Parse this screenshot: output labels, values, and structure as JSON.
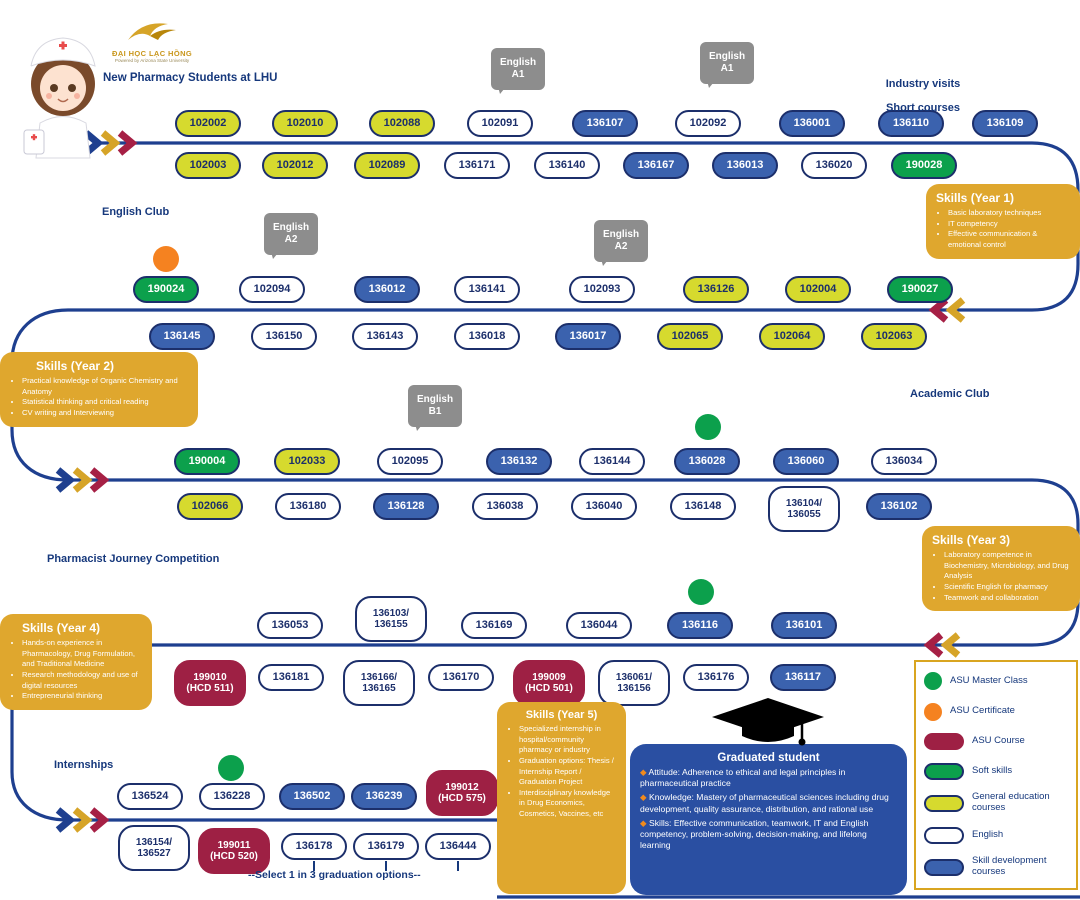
{
  "logo": {
    "title": "ĐẠI HỌC LẠC HỒNG",
    "subtitle": "Powered by Arizona State University"
  },
  "labels": {
    "start": "New Pharmacy Students at LHU",
    "industry": "Industry visits",
    "short_courses": "Short courses",
    "english_club": "English Club",
    "academic_club": "Academic Club",
    "pharmacist_journey": "Pharmacist Journey Competition",
    "internships": "Internships",
    "select_note": "--Select 1 in 3 graduation options--"
  },
  "bubbles": {
    "a1": "English\nA1",
    "a2": "English\nA2",
    "b1": "English\nB1"
  },
  "year1": {
    "top": [
      "102002",
      "102010",
      "102088",
      "102091",
      "136107",
      "102092",
      "136001",
      "136110",
      "136109"
    ],
    "bottom": [
      "102003",
      "102012",
      "102089",
      "136171",
      "136140",
      "136167",
      "136013",
      "136020",
      "190028"
    ],
    "skills_title": "Skills (Year 1)",
    "skills": [
      "Basic laboratory techniques",
      "IT competency",
      "Effective communication & emotional control"
    ]
  },
  "year2": {
    "top": [
      "190024",
      "102094",
      "136012",
      "136141",
      "102093",
      "136126",
      "102004",
      "190027"
    ],
    "bottom": [
      "136145",
      "136150",
      "136143",
      "136018",
      "136017",
      "102065",
      "102064",
      "102063"
    ],
    "skills_title": "Skills (Year 2)",
    "skills": [
      "Practical knowledge of Organic Chemistry and Anatomy",
      "Statistical thinking and critical reading",
      "CV writing and Interviewing"
    ]
  },
  "year3": {
    "top": [
      "190004",
      "102033",
      "102095",
      "136132",
      "136144",
      "136028",
      "136060",
      "136034"
    ],
    "bottom": [
      "102066",
      "136180",
      "136128",
      "136038",
      "136040",
      "136148",
      "136104/\n136055",
      "136102"
    ],
    "skills_title": "Skills (Year 3)",
    "skills": [
      "Laboratory competence in Biochemistry, Microbiology, and Drug Analysis",
      "Scientific English for pharmacy",
      "Teamwork and collaboration"
    ]
  },
  "year4": {
    "top": [
      "136053",
      "136103/\n136155",
      "136169",
      "136044",
      "136116",
      "136101"
    ],
    "bottom": [
      "199010\n(HCD 511)",
      "136181",
      "136166/\n136165",
      "136170",
      "199009\n(HCD 501)",
      "136061/\n136156",
      "136176",
      "136117"
    ],
    "skills_title": "Skills (Year 4)",
    "skills": [
      "Hands-on experience in Pharmacology, Drug Formulation, and Traditional Medicine",
      "Research methodology and use of digital resources",
      "Entrepreneurial thinking"
    ]
  },
  "year5": {
    "top": [
      "136524",
      "136228",
      "136502",
      "136239",
      "199012\n(HCD 575)"
    ],
    "bottom": [
      "136154/\n136527",
      "199011\n(HCD 520)",
      "136178",
      "136179",
      "136444"
    ],
    "skills_title": "Skills (Year 5)",
    "skills": [
      "Specialized internship in hospital/community pharmacy or industry",
      "Graduation options: Thesis / Internship Report / Graduation Project",
      "Interdisciplinary knowledge in Drug Economics, Cosmetics, Vaccines, etc"
    ]
  },
  "graduate": {
    "title": "Graduated student",
    "points": [
      "Attitude: Adherence to ethical and legal principles in pharmaceutical practice",
      "Knowledge: Mastery of pharmaceutical sciences including drug development, quality assurance, distribution, and rational use",
      "Skills: Effective communication, teamwork, IT and English competency, problem-solving, decision-making, and lifelong learning"
    ]
  },
  "legend": {
    "items": [
      {
        "label": "ASU Master Class"
      },
      {
        "label": "ASU Certificate"
      },
      {
        "label": "ASU Course"
      },
      {
        "label": "Soft skills"
      },
      {
        "label": "General education courses"
      },
      {
        "label": "English"
      },
      {
        "label": "Skill development courses"
      }
    ]
  },
  "colors": {
    "accent_gold": "#dfa72e",
    "navy": "#1e3f8f",
    "green": "#0ca04c",
    "orange": "#f58220",
    "maroon": "#9e2044",
    "blue_pill": "#3b62ae",
    "yellow_pill": "#d6da2e"
  }
}
